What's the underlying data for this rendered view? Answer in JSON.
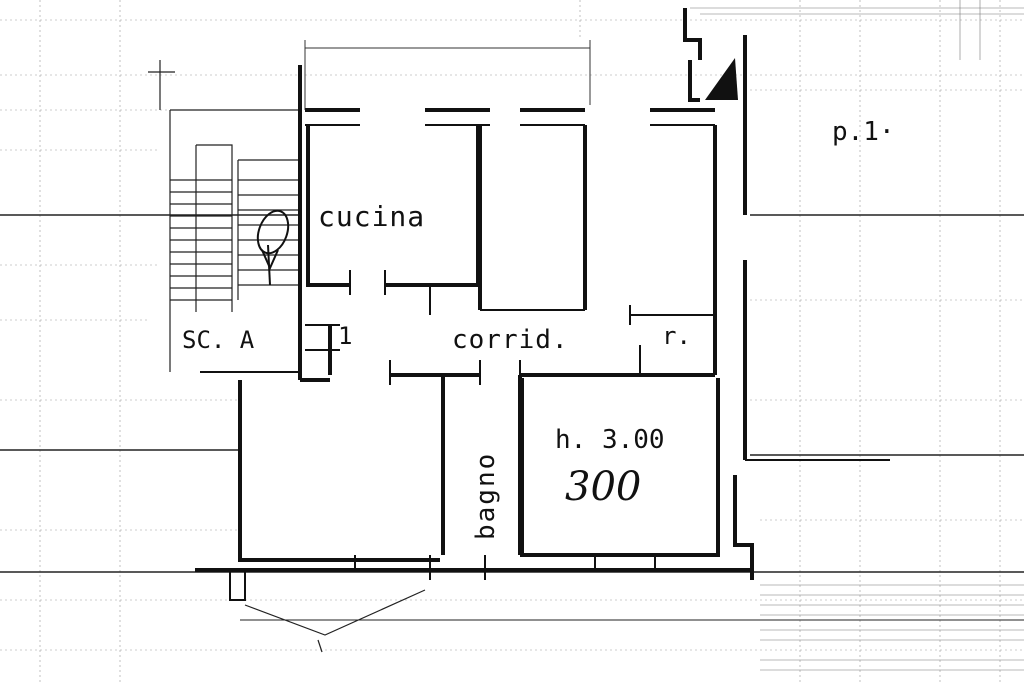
{
  "floor_label": "p.1·",
  "stair_label": "SC. A",
  "unit_number": "1",
  "rooms": {
    "kitchen": "cucina",
    "corridor": "corrid.",
    "storage": "r.",
    "bathroom": "bagno"
  },
  "ceiling_height_printed": "h. 3.00",
  "ceiling_height_handwritten": "300",
  "colors": {
    "ink": "#111111",
    "grid": "#9a9a9a",
    "paper": "#ffffff"
  }
}
